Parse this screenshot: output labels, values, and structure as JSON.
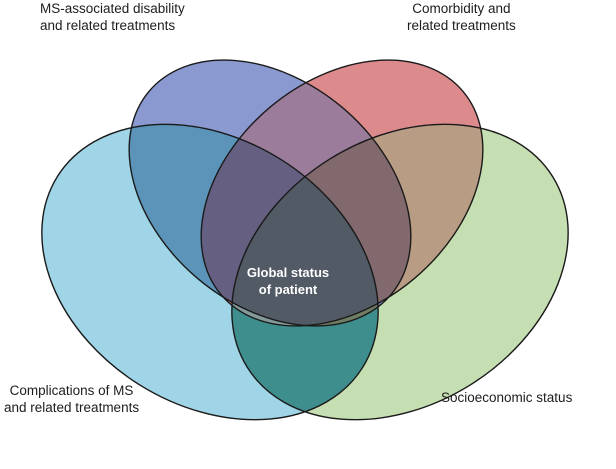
{
  "diagram": {
    "sets": [
      {
        "id": "ms-disability",
        "lines": [
          "MS-associated disability",
          "and related treatments"
        ],
        "color": "#8a9ad0"
      },
      {
        "id": "comorbidity",
        "lines": [
          "Comorbidity and",
          "related treatments"
        ],
        "color": "#dc8a8c"
      },
      {
        "id": "complications",
        "lines": [
          "Complications of MS",
          "and related treatments"
        ],
        "color": "#9fd5e6"
      },
      {
        "id": "socioeconomic",
        "lines": [
          "Socioeconomic status"
        ],
        "color": "#c6dfb2"
      }
    ],
    "center": {
      "lines": [
        "Global status",
        "of patient"
      ],
      "color": "#ffffff"
    },
    "overlap_colors": {
      "ms_comorbidity": "#9b7c9b",
      "ms_complications": "#5b94b8",
      "comorbidity_socioeconomic": "#b99c84",
      "complications_socioeconomic": "#7dc8a4",
      "ms_complications_comorbidity": "#655f81",
      "ms_comorbidity_socioeconomic": "#82696e",
      "ms_complications_socioeconomic": "#8e878e",
      "complications_comorbidity_socioeconomic": "#849a9a",
      "complications_socioeconomic_lower": "#3f8e8e",
      "ms_complications_socioeconomic_lower": "#6f7d62",
      "all_four": "#525a66"
    }
  }
}
